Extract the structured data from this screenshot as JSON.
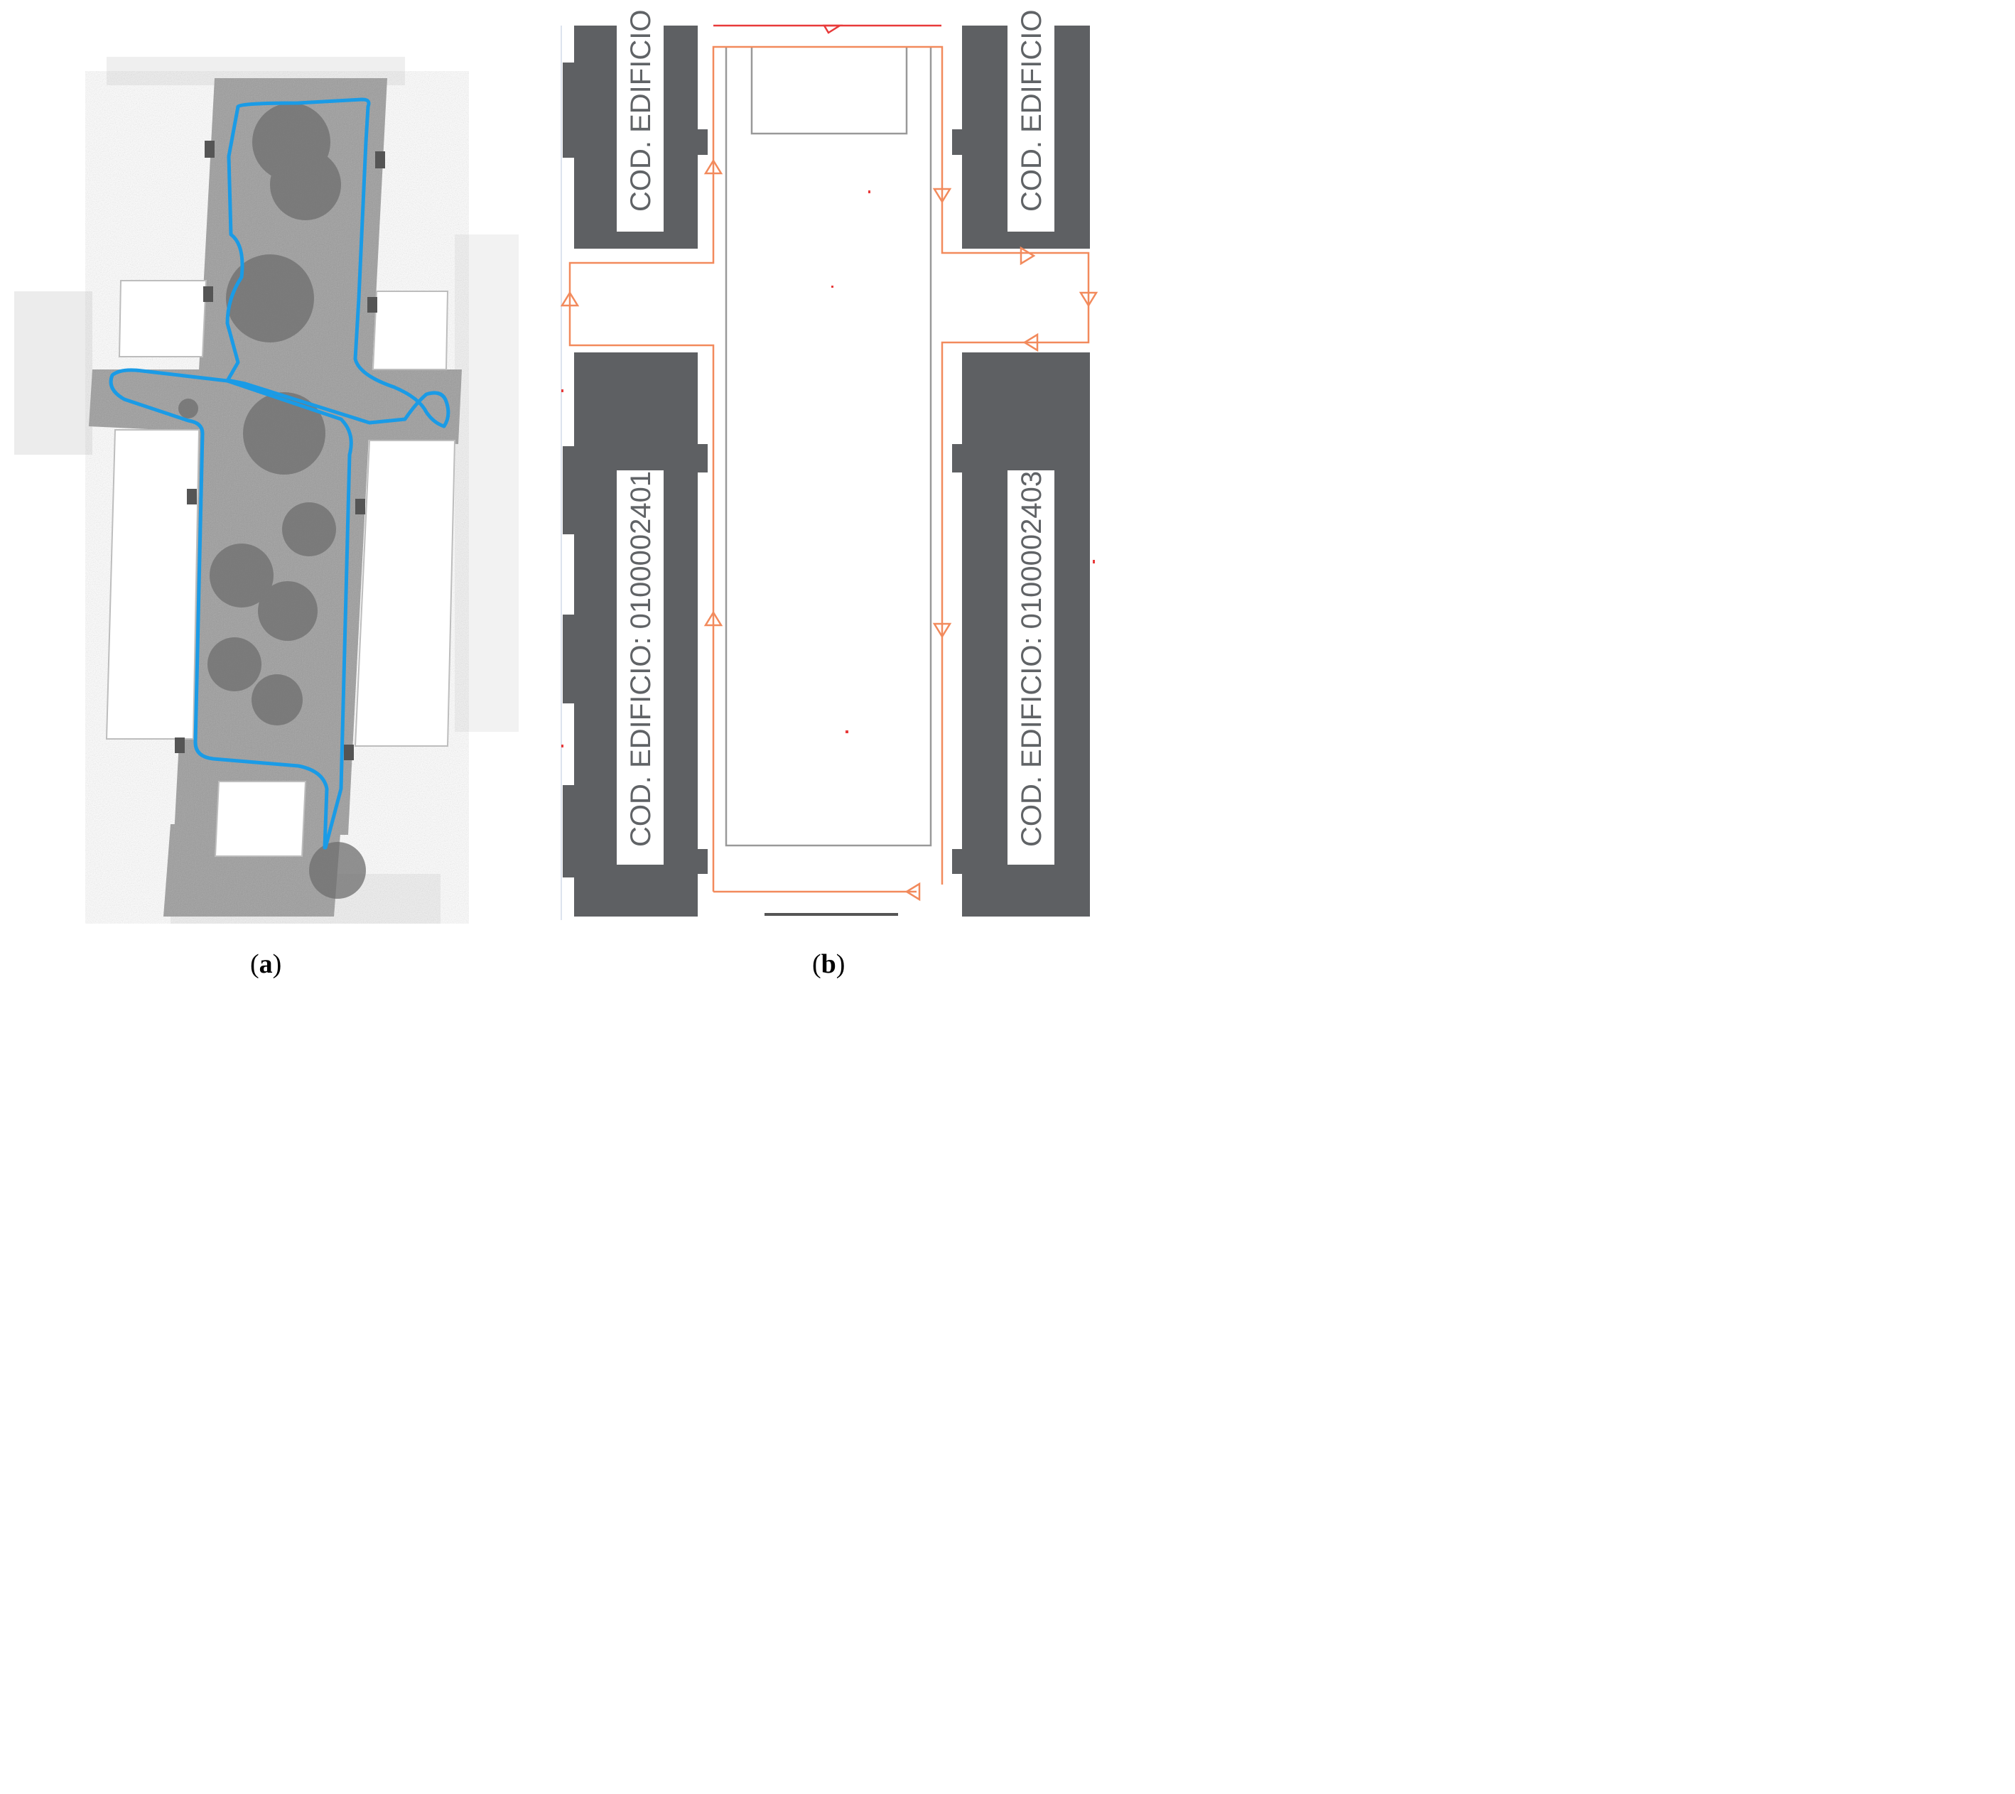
{
  "panels": [
    {
      "id": "a",
      "caption": "a"
    },
    {
      "id": "b",
      "caption": "b"
    }
  ],
  "buildings": [
    {
      "label": "COD. EDIFICIO"
    },
    {
      "label": "COD. EDIFICIO"
    },
    {
      "label": "COD. EDIFICIO: 0100002401"
    },
    {
      "label": "COD. EDIFICIO: 0100002403"
    }
  ],
  "colors": {
    "trajectory": "#1a9be6",
    "route": "#f28a5c",
    "building": "#5e6063",
    "street": "#999999"
  }
}
